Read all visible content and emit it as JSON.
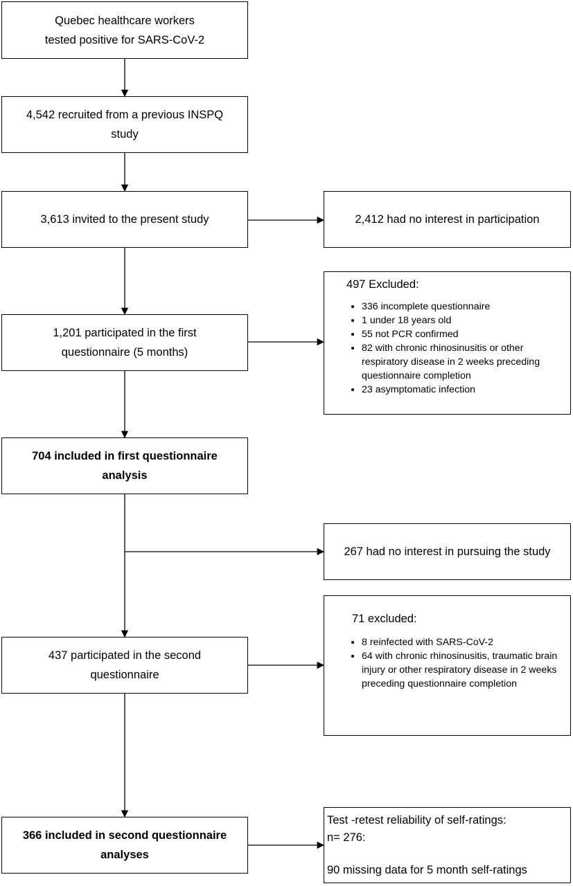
{
  "flow": {
    "box1": {
      "lines": [
        "Quebec healthcare workers",
        "tested positive for SARS-CoV-2"
      ]
    },
    "box2": {
      "lines": [
        "4,542 recruited from a previous INSPQ",
        "study"
      ]
    },
    "box3": {
      "lines": [
        "3,613 invited to the present study"
      ]
    },
    "box4": {
      "lines": [
        "1,201 participated in the first",
        "questionnaire (5 months)"
      ]
    },
    "box5": {
      "lines": [
        "704 included in first questionnaire",
        "analysis"
      ]
    },
    "box6": {
      "lines": [
        "437 participated in the second",
        "questionnaire"
      ]
    },
    "box7": {
      "lines": [
        "366 included in second questionnaire",
        "analyses"
      ]
    }
  },
  "side": {
    "no_interest_participation": "2,412 had no interest in participation",
    "excluded_first": {
      "title": "497 Excluded:",
      "items": [
        "336 incomplete questionnaire",
        "1 under 18 years old",
        "55 not PCR confirmed",
        "82 with chronic rhinosinusitis or other respiratory disease in 2 weeks preceding questionnaire completion",
        "23 asymptomatic infection"
      ]
    },
    "no_interest_pursuing": "267 had no interest in pursuing the study",
    "excluded_second": {
      "title": "71 excluded:",
      "items": [
        "8 reinfected with SARS-CoV-2",
        "64 with chronic rhinosinusitis, traumatic brain injury or other respiratory disease in 2 weeks preceding questionnaire completion"
      ]
    },
    "retest": {
      "line1": "Test -retest reliability of self-ratings:",
      "line2": "n= 276:",
      "line3": "90 missing data for 5 month self-ratings"
    }
  }
}
